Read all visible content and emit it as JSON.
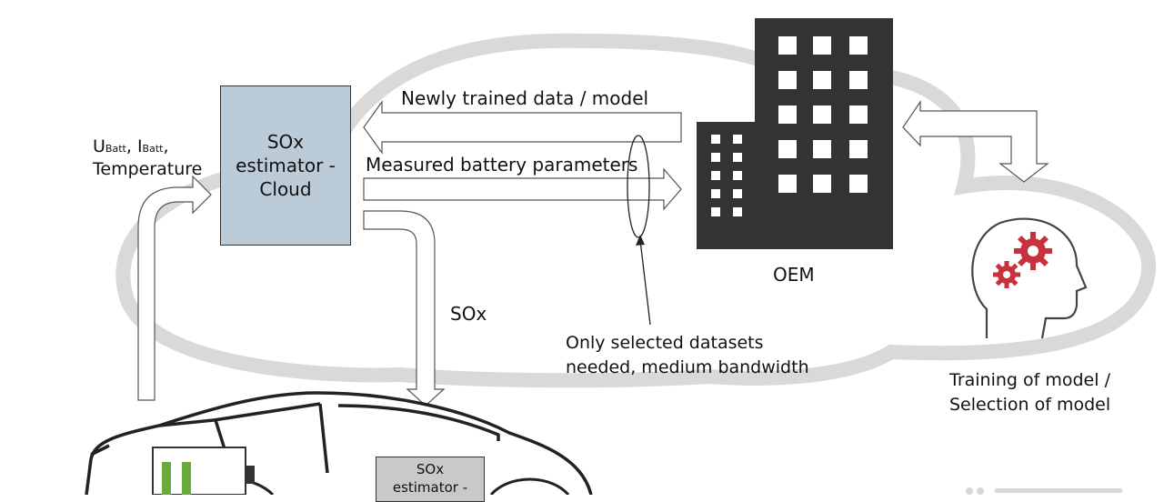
{
  "cloud_estimator": {
    "line1": "SOx",
    "line2": "estimator -",
    "line3": "Cloud"
  },
  "inputs": {
    "u": "U",
    "u_sub": "Batt",
    "sep1": ",",
    "i": "I",
    "i_sub": "Batt",
    "sep2": ",",
    "temperature": "Temperature"
  },
  "arrow_labels": {
    "newly_trained": "Newly trained data / model",
    "measured": "Measured battery parameters",
    "sox": "SOx"
  },
  "oem_label": "OEM",
  "datasets_note": {
    "line1": "Only selected datasets",
    "line2": "needed, medium bandwidth"
  },
  "training": {
    "line1": "Training of model /",
    "line2": "Selection of model"
  },
  "car_estimator": {
    "line1": "SOx",
    "line2": "estimator -"
  },
  "colors": {
    "cloud_outline": "#d9d9d9",
    "estimator_fill": "#bccbd8",
    "building": "#333333",
    "gear": "#c8323c",
    "battery_green": "#6aaa3a"
  }
}
